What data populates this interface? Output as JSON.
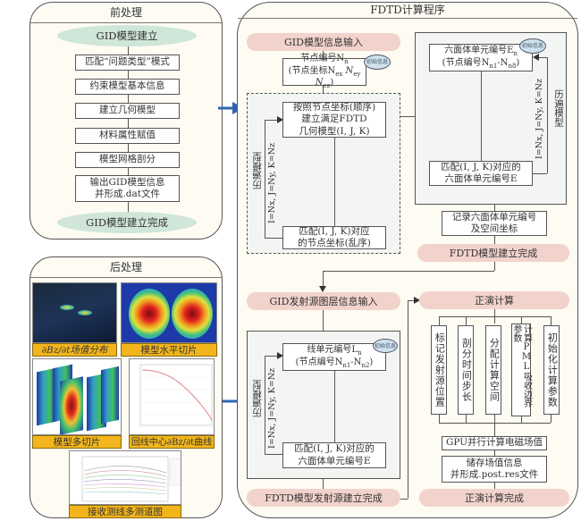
{
  "pre": {
    "title": "前处理",
    "start": "GID模型建立",
    "steps": [
      "匹配“问题类型”模式",
      "约束模型基本信息",
      "建立几何模型",
      "材料属性赋值",
      "模型网格剖分",
      "输出GID模型信息",
      "并形成.dat文件"
    ],
    "end": "GID模型建立完成"
  },
  "fdtd": {
    "title": "FDTD计算程序",
    "gid_input": "GID模型信息输入",
    "node_box": {
      "line1": "节点编号N",
      "sub1": "n",
      "line2_prefix": "(节点坐标N",
      "sub_x": "ex",
      "mid_y": "N",
      "sub_y": "ey",
      "mid_z": "N",
      "sub_z": "ez",
      "close": ")"
    },
    "badge": "初始信息",
    "traverse_label": "历遍模型",
    "loop_label_node": "I=Nx, J=Ny, K=Nz",
    "build_box": [
      "按照节点坐标(顺序)",
      "建立满足FDTD",
      "几何模型(I, J, K)"
    ],
    "match_node_box": [
      "匹配(I, J, K)对应",
      "的节点坐标(乱序)"
    ],
    "hex_box": [
      "六面体单元编号E",
      "(节点编号N",
      "-N",
      ")"
    ],
    "hex_subs": {
      "e": "n",
      "a": "n1",
      "b": "n8"
    },
    "match_hex_box": [
      "匹配(I, J, K)对应的",
      "六面体单元编号E"
    ],
    "record_box": [
      "记录六面体单元编号",
      "及空间坐标"
    ],
    "model_done": "FDTD模型建立完成",
    "src_input": "GID发射源图层信息输入",
    "line_box": [
      "线单元编号L",
      "(节点编号N",
      "-N",
      ")"
    ],
    "line_subs": {
      "l": "n",
      "a": "n1",
      "b": "n2"
    },
    "match_src_box": [
      "匹配(I, J, K)对应的",
      "六面体单元编号E"
    ],
    "src_done": "FDTD模型发射源建立完成",
    "forward": "正演计算",
    "forward_cols": [
      "标记发射源位置",
      "剖分时间步长",
      "分配计算空间",
      "计算PML吸收边界参数",
      "初始化计算参数"
    ],
    "gpu": "GPU并行计算电磁场值",
    "store_box": [
      "储存场值信息",
      "并形成.post.res文件"
    ],
    "forward_done": "正演计算完成"
  },
  "post": {
    "title": "后处理",
    "captions": [
      "∂Bz/∂t场值分布",
      "模型水平切片",
      "模型多切片",
      "回线中心∂Bz/∂t曲线",
      "接收测线多测道图"
    ]
  },
  "colors": {
    "ellipse_green": "#cfe6d9",
    "pill_pink": "#f2d3cc",
    "caption_yellow": "#f2b51c",
    "arrow_blue": "#2e64b4"
  }
}
